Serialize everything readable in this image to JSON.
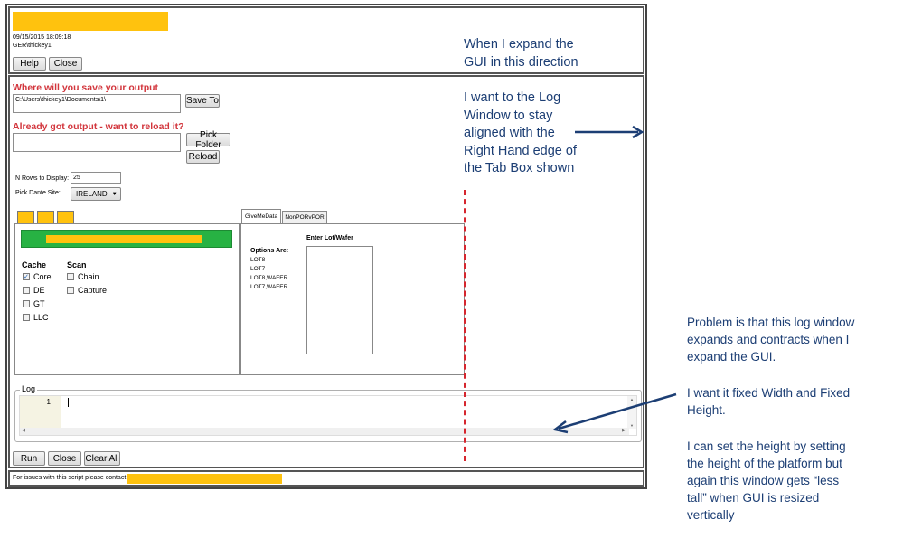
{
  "header": {
    "timestamp": "09/15/2015 18:09:18",
    "user": "GER\\thickey1",
    "help_label": "Help",
    "close_label": "Close"
  },
  "output": {
    "save_heading": "Where will you save your output",
    "save_path": "C:\\Users\\thickey1\\Documents\\1\\",
    "save_to_label": "Save To",
    "reload_heading": "Already got output - want to reload it?",
    "reload_path": "",
    "pick_folder_label": "Pick Folder",
    "reload_label": "Reload"
  },
  "settings": {
    "n_rows_label": "N Rows to Display:",
    "n_rows_value": "25",
    "site_label": "Pick Dante Site:",
    "site_value": "IRELAND"
  },
  "left_panel": {
    "cache_heading": "Cache",
    "scan_heading": "Scan",
    "cache_items": [
      {
        "label": "Core",
        "checked": true
      },
      {
        "label": "DE",
        "checked": false
      },
      {
        "label": "GT",
        "checked": false
      },
      {
        "label": "LLC",
        "checked": false
      }
    ],
    "scan_items": [
      {
        "label": "Chain",
        "checked": false
      },
      {
        "label": "Capture",
        "checked": false
      }
    ]
  },
  "right_panel": {
    "tabs": [
      "GiveMeData",
      "NonPORvPOR"
    ],
    "options_heading": "Options Are:",
    "options": [
      "LOT8",
      "LOT7",
      "LOT8,WAFER",
      "LOT7,WAFER"
    ],
    "lot_heading": "Enter Lot/Wafer"
  },
  "log": {
    "legend": "Log",
    "line_number": "1"
  },
  "footer_buttons": {
    "run_label": "Run",
    "close_label": "Close",
    "clear_label": "Clear All"
  },
  "status": {
    "contact_text": "For issues with this script please contact"
  },
  "annotations": {
    "a1": [
      "When I expand the",
      "GUI in this direction"
    ],
    "a2": [
      "I want to the Log",
      "Window to stay",
      "aligned with the",
      "Right Hand edge of",
      "the Tab Box shown"
    ],
    "a3": [
      "Problem is that this log window",
      "expands and contracts  when I",
      "expand the GUI."
    ],
    "a4": [
      "I want it fixed Width and Fixed",
      "Height."
    ],
    "a5": [
      "I can set the height by setting",
      "the height of the platform but",
      "again this window gets “less",
      "tall” when GUI is resized",
      "vertically"
    ]
  },
  "colors": {
    "redaction": "#ffc20e",
    "green_bar": "#27b243",
    "annotation": "#1c3e74",
    "label_red": "#d2353c",
    "dashed_line": "#d6262e"
  }
}
